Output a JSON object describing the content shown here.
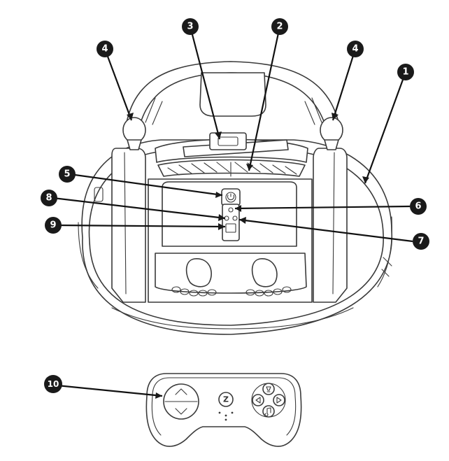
{
  "callouts": [
    {
      "id": "1",
      "label": "1"
    },
    {
      "id": "2",
      "label": "2"
    },
    {
      "id": "3",
      "label": "3"
    },
    {
      "id": "4a",
      "label": "4"
    },
    {
      "id": "4b",
      "label": "4"
    },
    {
      "id": "5",
      "label": "5"
    },
    {
      "id": "6",
      "label": "6"
    },
    {
      "id": "7",
      "label": "7"
    },
    {
      "id": "8",
      "label": "8"
    },
    {
      "id": "9",
      "label": "9"
    },
    {
      "id": "10",
      "label": "10"
    }
  ],
  "remote": {
    "logo_text": "Z"
  },
  "icons": [
    "up-arrow-icon",
    "down-arrow-icon",
    "left-arrow-icon",
    "right-arrow-icon",
    "horn-icon",
    "music-icon",
    "power-icon"
  ]
}
